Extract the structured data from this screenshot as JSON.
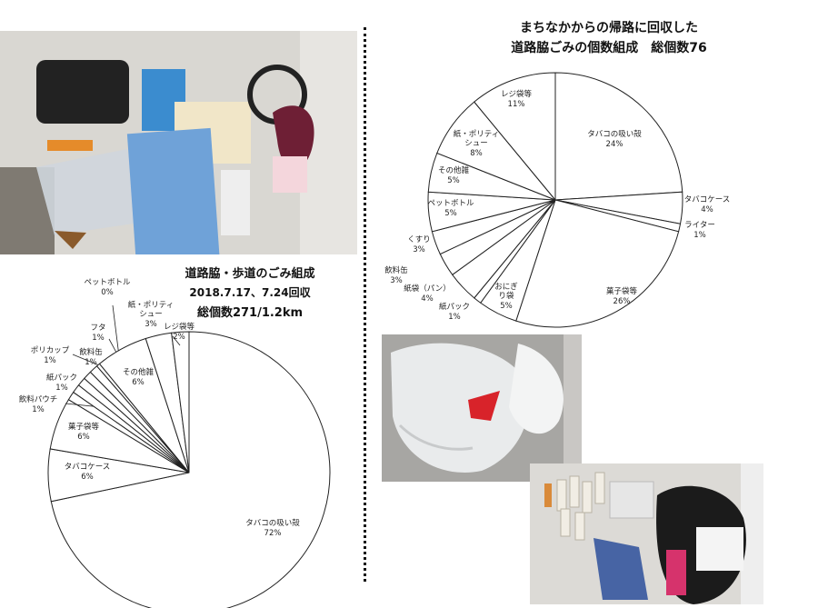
{
  "charts_meta": {
    "note_colors": {
      "slice_fill": "#ffffff",
      "slice_stroke": "#222222"
    }
  },
  "chart_data": [
    {
      "type": "pie",
      "title": "道路脇・歩道のごみ組成",
      "subtitle": "2018.7.17、7.24回収",
      "total_label": "総個数271/1.2km",
      "slices": [
        {
          "label": "タバコの吸い殻",
          "pct": "72%",
          "value": 72
        },
        {
          "label": "タバコケース",
          "pct": "6%",
          "value": 6
        },
        {
          "label": "菓子袋等",
          "pct": "6%",
          "value": 6
        },
        {
          "label": "飲料パウチ",
          "pct": "1%",
          "value": 1
        },
        {
          "label": "紙パック",
          "pct": "1%",
          "value": 1
        },
        {
          "label": "ポリカップ",
          "pct": "1%",
          "value": 1
        },
        {
          "label": "飲料缶",
          "pct": "1%",
          "value": 1
        },
        {
          "label": "フタ",
          "pct": "1%",
          "value": 1
        },
        {
          "label": "ペットボトル",
          "pct": "0%",
          "value": 0.4
        },
        {
          "label": "その他雑",
          "pct": "6%",
          "value": 6
        },
        {
          "label": "紙・ポリティシュー",
          "pct": "3%",
          "value": 3
        },
        {
          "label": "レジ袋等",
          "pct": "2%",
          "value": 2
        }
      ]
    },
    {
      "type": "pie",
      "title": "まちなかからの帰路に回収した",
      "subtitle": "道路脇ごみの個数組成　総個数76",
      "slices": [
        {
          "label": "タバコの吸い殻",
          "pct": "24%",
          "value": 24
        },
        {
          "label": "タバコケース",
          "pct": "4%",
          "value": 4
        },
        {
          "label": "ライター",
          "pct": "1%",
          "value": 1
        },
        {
          "label": "菓子袋等",
          "pct": "26%",
          "value": 26
        },
        {
          "label": "おにぎり袋",
          "pct": "5%",
          "value": 5
        },
        {
          "label": "紙パック",
          "pct": "1%",
          "value": 1
        },
        {
          "label": "紙袋（パン）",
          "pct": "4%",
          "value": 4
        },
        {
          "label": "飲料缶",
          "pct": "3%",
          "value": 3
        },
        {
          "label": "くすり",
          "pct": "3%",
          "value": 3
        },
        {
          "label": "ペットボトル",
          "pct": "5%",
          "value": 5
        },
        {
          "label": "その他雑",
          "pct": "5%",
          "value": 5
        },
        {
          "label": "紙・ポリティシュー",
          "pct": "8%",
          "value": 8
        },
        {
          "label": "レジ袋等",
          "pct": "11%",
          "value": 11
        }
      ]
    }
  ]
}
